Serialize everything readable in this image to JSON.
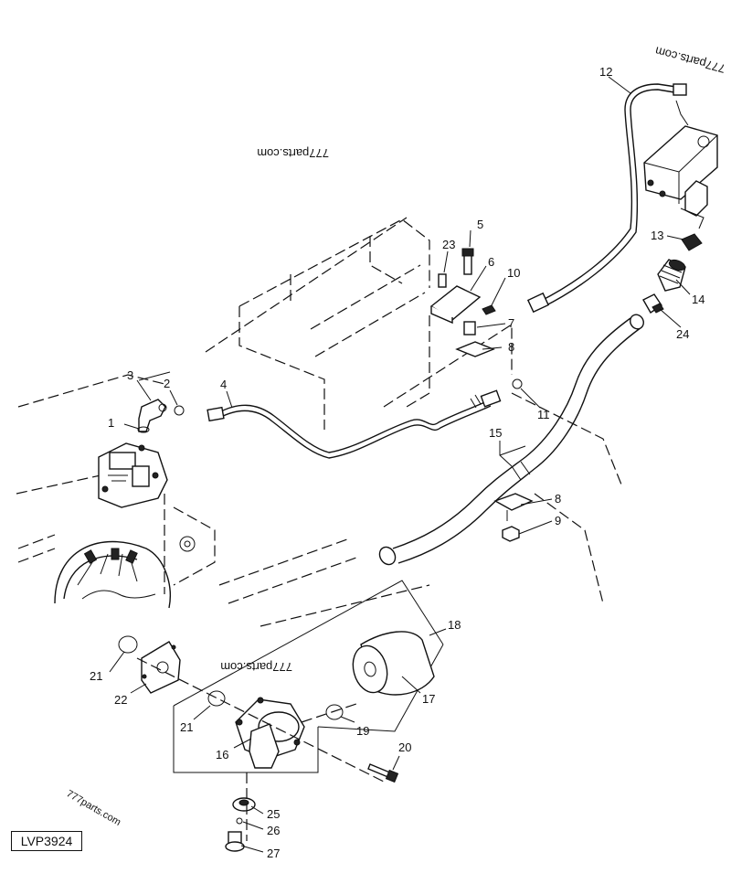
{
  "diagram": {
    "code": "LVP3924",
    "watermarks": {
      "top_right": "777parts.com",
      "top_center": "777parts.com",
      "center": "777parts.com",
      "bottom_left": "777parts.com"
    },
    "callouts": {
      "p1": "1",
      "p2": "2",
      "p3": "3",
      "p4": "4",
      "p5": "5",
      "p6": "6",
      "p7": "7",
      "p8a": "8",
      "p8b": "8",
      "p9": "9",
      "p10": "10",
      "p11": "11",
      "p12": "12",
      "p13": "13",
      "p14": "14",
      "p15": "15",
      "p16": "16",
      "p17": "17",
      "p18": "18",
      "p19": "19",
      "p20": "20",
      "p21a": "21",
      "p21b": "21",
      "p22": "22",
      "p23": "23",
      "p24": "24",
      "p25": "25",
      "p26": "26",
      "p27": "27"
    }
  }
}
